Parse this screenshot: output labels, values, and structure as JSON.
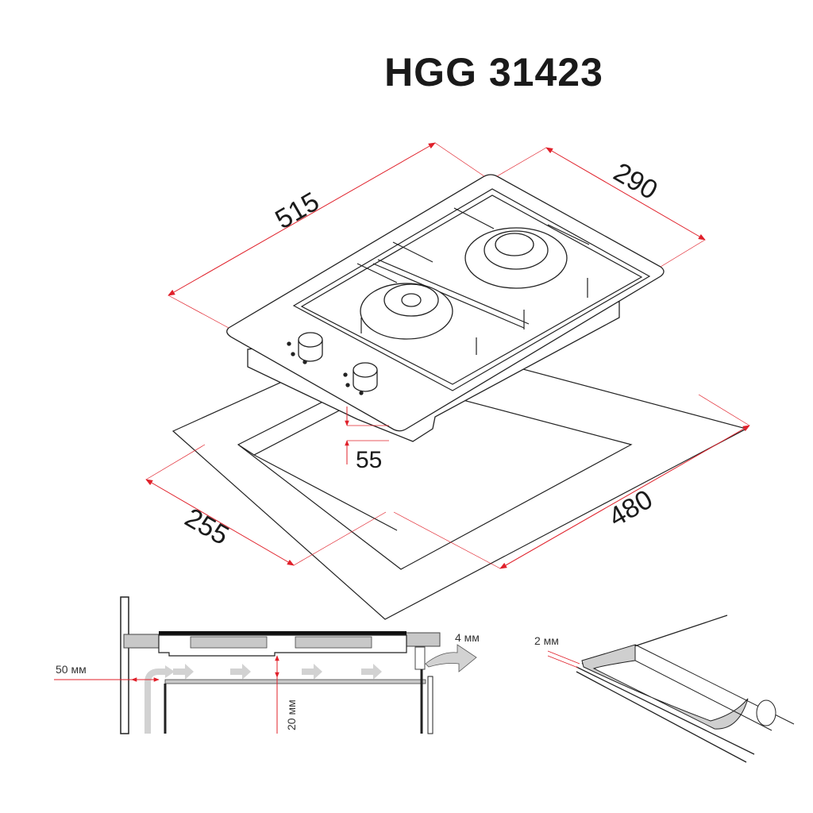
{
  "title": "HGG 31423",
  "dimensions": {
    "length": "515",
    "width": "290",
    "cutout_depth": "255",
    "cutout_length": "480",
    "height": "55"
  },
  "installation": {
    "side_clearance": "50 мм",
    "air_gap": "20 мм",
    "vent_gap": "4 мм",
    "seal_thickness": "2 мм"
  },
  "colors": {
    "dimension_line": "#e0202a",
    "line_art": "#222222",
    "airflow": "#c8c8c8"
  }
}
